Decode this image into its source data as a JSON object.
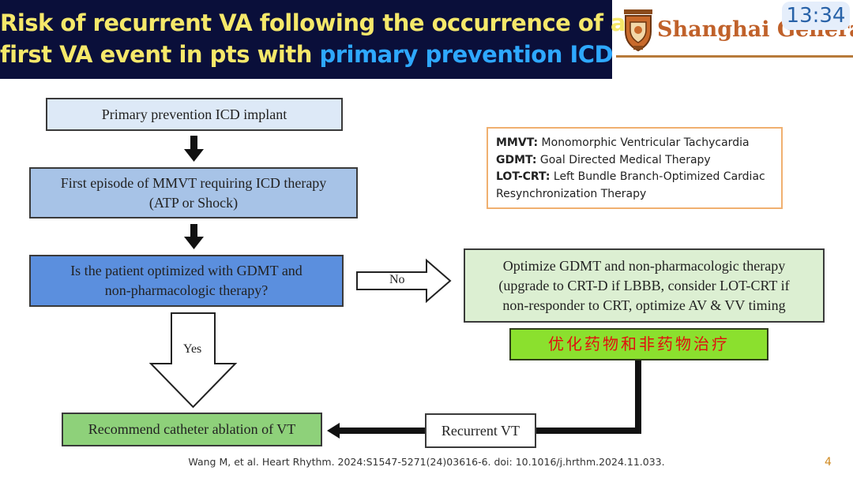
{
  "title": {
    "line1": "Risk of recurrent VA following the occurrence of a",
    "line2_prefix": "first VA event in pts with ",
    "line2_highlight": "primary prevention ICD"
  },
  "logo": {
    "text": "Shanghai General"
  },
  "clock": "13:34",
  "colors": {
    "title_bg": "#0a0f3a",
    "title_text": "#f5e86a",
    "title_highlight": "#2ea8ff",
    "box_implant": "#dde9f7",
    "box_first_episode": "#a7c3e7",
    "box_optimized": "#5b8fde",
    "box_optimize_gdmt": "#dcefd2",
    "box_cn": "#8be02e",
    "box_ablation": "#8ed17a",
    "legend_border": "#f0b070"
  },
  "flow": {
    "implant": "Primary prevention ICD implant",
    "first_episode": [
      "First episode of MMVT requiring ICD therapy",
      "(ATP or Shock)"
    ],
    "optimized_question": [
      "Is the patient optimized with GDMT and",
      "non-pharmacologic therapy?"
    ],
    "no_label": "No",
    "yes_label": "Yes",
    "optimize_gdmt": [
      "Optimize GDMT and non-pharmacologic therapy",
      "(upgrade to CRT-D if LBBB, consider LOT-CRT if",
      "non-responder to CRT, optimize AV & VV timing"
    ],
    "chinese_note": "优化药物和非药物治疗",
    "recurrent_vt": "Recurrent VT",
    "ablation": "Recommend catheter ablation of VT"
  },
  "legend": [
    {
      "abbr": "MMVT:",
      "text": " Monomorphic Ventricular Tachycardia"
    },
    {
      "abbr": "GDMT:",
      "text": " Goal Directed Medical Therapy"
    },
    {
      "abbr": "LOT-CRT:",
      "text": " Left Bundle Branch-Optimized Cardiac"
    },
    {
      "abbr": "",
      "text": "Resynchronization Therapy"
    }
  ],
  "citation": "Wang M, et al. Heart Rhythm. 2024:S1547-5271(24)03616-6. doi: 10.1016/j.hrthm.2024.11.033.",
  "page_number": "4"
}
